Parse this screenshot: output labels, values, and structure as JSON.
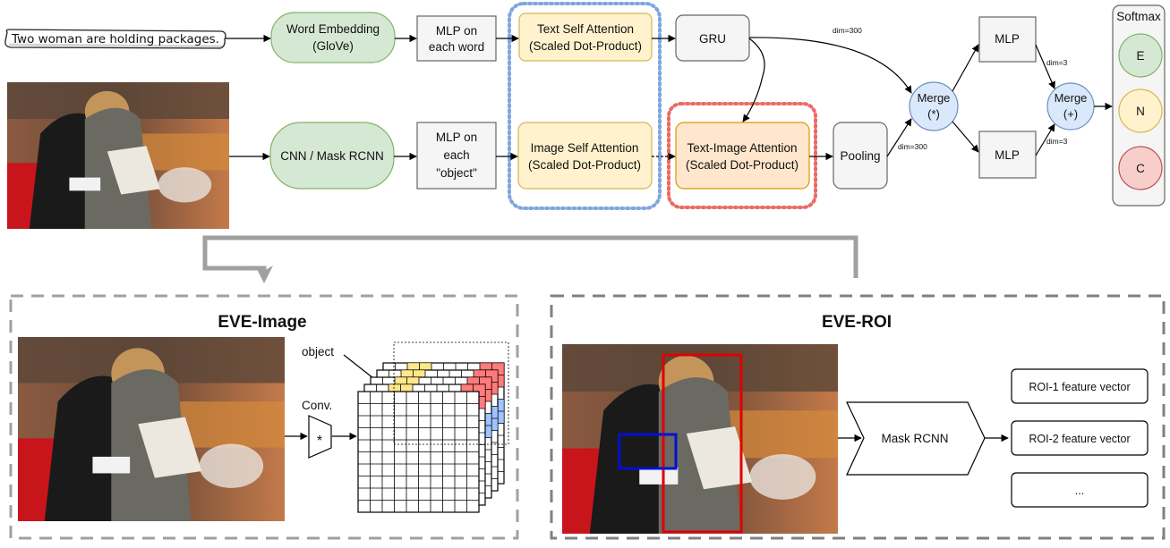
{
  "input_sentence": "Two woman are holding packages.",
  "nodes": {
    "word_embedding": [
      "Word Embedding",
      "(GloVe)"
    ],
    "mlp_word": [
      "MLP on",
      "each word"
    ],
    "text_self_attention": [
      "Text Self Attention",
      "(Scaled Dot-Product)"
    ],
    "gru": "GRU",
    "cnn": "CNN / Mask RCNN",
    "mlp_object": [
      "MLP on",
      "each",
      "\"object\""
    ],
    "image_self_attention": [
      "Image Self Attention",
      "(Scaled Dot-Product)"
    ],
    "text_image_attention": [
      "Text-Image Attention",
      "(Scaled Dot-Product)"
    ],
    "pooling": "Pooling",
    "merge_mult": [
      "Merge",
      "(*)"
    ],
    "merge_add": [
      "Merge",
      "(+)"
    ],
    "mlp_top": "MLP",
    "mlp_bottom": "MLP",
    "softmax": {
      "title": "Softmax",
      "classes": [
        "E",
        "N",
        "C"
      ]
    }
  },
  "edge_labels": {
    "gru_dim": "dim=300",
    "pool_dim": "dim=300",
    "mlp_top_dim": "dim=3",
    "mlp_bottom_dim": "dim=3"
  },
  "eve_image": {
    "title": "EVE-Image",
    "object_label": "object",
    "conv_label": "Conv.",
    "conv_symbol": "*"
  },
  "eve_roi": {
    "title": "EVE-ROI",
    "mask_rcnn": "Mask RCNN",
    "features": [
      "ROI-1 feature vector",
      "ROI-2 feature vector",
      "..."
    ]
  },
  "colors": {
    "green_fill": "#d5e8d4",
    "green_stroke": "#82b366",
    "yellow_fill": "#fff2cc",
    "yellow_stroke": "#d6b656",
    "orange_fill": "#ffe6cc",
    "orange_stroke": "#d79b00",
    "blue_fill": "#dae8fc",
    "blue_stroke": "#6c8ebf",
    "red_fill": "#f8cecc",
    "red_stroke": "#b85450",
    "gray_fill": "#f5f5f5",
    "gray_stroke": "#666666",
    "blue_dotted": "#7ea6e0",
    "red_dotted": "#ea6b66"
  }
}
